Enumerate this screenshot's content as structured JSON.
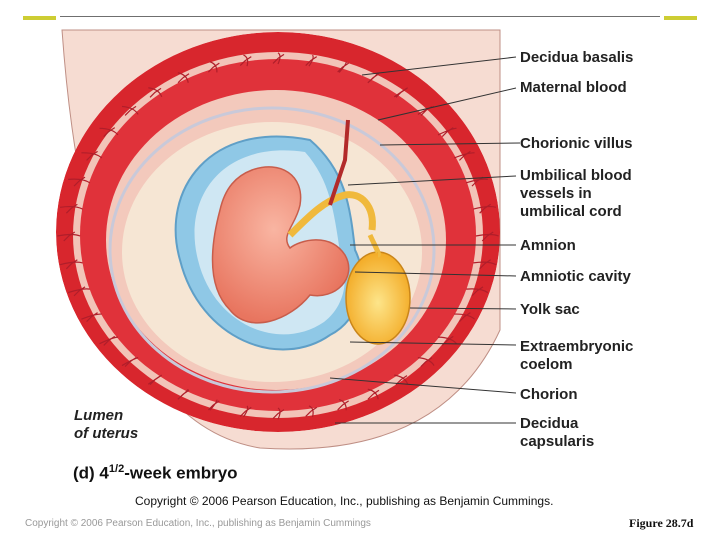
{
  "labels": {
    "decidua_basalis": "Decidua basalis",
    "maternal_blood": "Maternal blood",
    "chorionic_villus": "Chorionic villus",
    "umbilical_1": "Umbilical blood",
    "umbilical_2": "vessels in",
    "umbilical_3": "umbilical cord",
    "amnion": "Amnion",
    "amniotic_cavity": "Amniotic cavity",
    "yolk_sac": "Yolk sac",
    "extraembryonic_1": "Extraembryonic",
    "extraembryonic_2": "coelom",
    "chorion": "Chorion",
    "decidua_capsularis_1": "Decidua",
    "decidua_capsularis_2": "capsularis",
    "lumen_1": "Lumen",
    "lumen_2": "of uterus"
  },
  "caption": {
    "part": "(d) 4",
    "fraction": "1/2",
    "rest": "-week embryo"
  },
  "copyright_inner": "Copyright © 2006 Pearson Education, Inc., publishing as Benjamin Cummings.",
  "copyright_footer": "Copyright © 2006 Pearson Education, Inc., publishing as Benjamin Cummings",
  "figure_number": "Figure 28.7d",
  "colors": {
    "accent_bar": "#cdcd33",
    "decidua_red": "#d8262d",
    "tissue_pink": "#f3b6a8",
    "amnion_blue": "#8fc8e6",
    "yolk_yellow": "#f5b82c",
    "embryo": "#f08a74"
  }
}
